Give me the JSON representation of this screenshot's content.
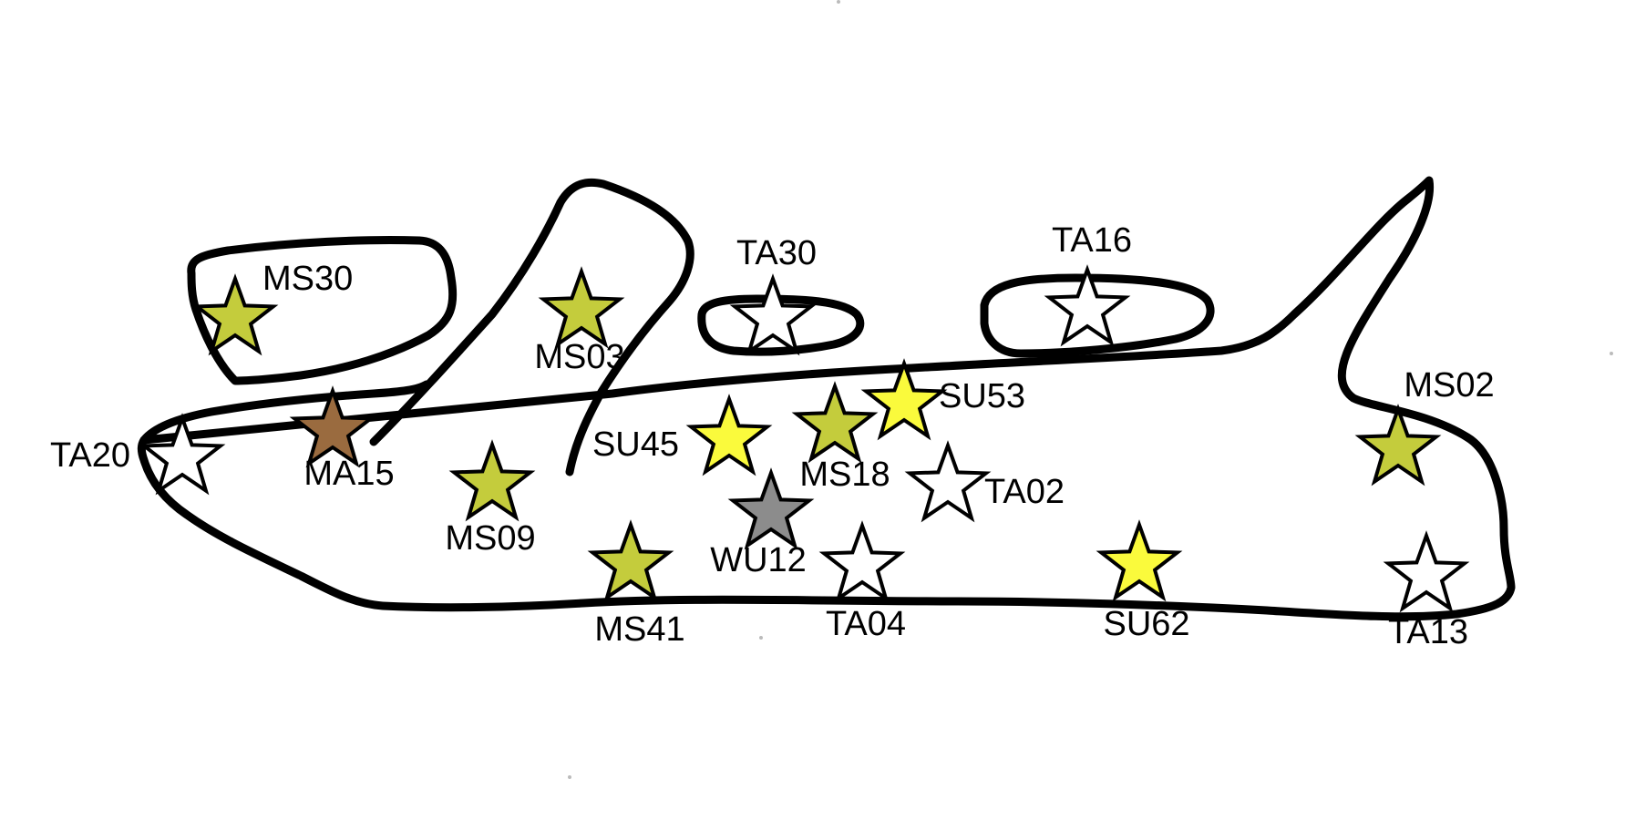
{
  "category_colors": {
    "MS": "#c4cc3c",
    "MA": "#9a6b3f",
    "TA": "#ffffff",
    "SU": "#fafa3c",
    "WU": "#8c8c8c"
  },
  "sites": [
    {
      "id": "ms30",
      "label": "MS30",
      "category": "MS",
      "icon": "star-icon"
    },
    {
      "id": "ms03",
      "label": "MS03",
      "category": "MS",
      "icon": "star-icon"
    },
    {
      "id": "ta30",
      "label": "TA30",
      "category": "TA",
      "icon": "star-icon"
    },
    {
      "id": "ta16",
      "label": "TA16",
      "category": "TA",
      "icon": "star-icon"
    },
    {
      "id": "ta20",
      "label": "TA20",
      "category": "TA",
      "icon": "star-icon"
    },
    {
      "id": "ma15",
      "label": "MA15",
      "category": "MA",
      "icon": "star-icon"
    },
    {
      "id": "ms09",
      "label": "MS09",
      "category": "MS",
      "icon": "star-icon"
    },
    {
      "id": "su45",
      "label": "SU45",
      "category": "SU",
      "icon": "star-icon"
    },
    {
      "id": "ms18",
      "label": "MS18",
      "category": "MS",
      "icon": "star-icon"
    },
    {
      "id": "su53",
      "label": "SU53",
      "category": "SU",
      "icon": "star-icon"
    },
    {
      "id": "ta02",
      "label": "TA02",
      "category": "TA",
      "icon": "star-icon"
    },
    {
      "id": "wu12",
      "label": "WU12",
      "category": "WU",
      "icon": "star-icon"
    },
    {
      "id": "ms41",
      "label": "MS41",
      "category": "MS",
      "icon": "star-icon"
    },
    {
      "id": "ta04",
      "label": "TA04",
      "category": "TA",
      "icon": "star-icon"
    },
    {
      "id": "su62",
      "label": "SU62",
      "category": "SU",
      "icon": "star-icon"
    },
    {
      "id": "ms02",
      "label": "MS02",
      "category": "MS",
      "icon": "star-icon"
    },
    {
      "id": "ta13",
      "label": "TA13",
      "category": "TA",
      "icon": "star-icon"
    }
  ]
}
